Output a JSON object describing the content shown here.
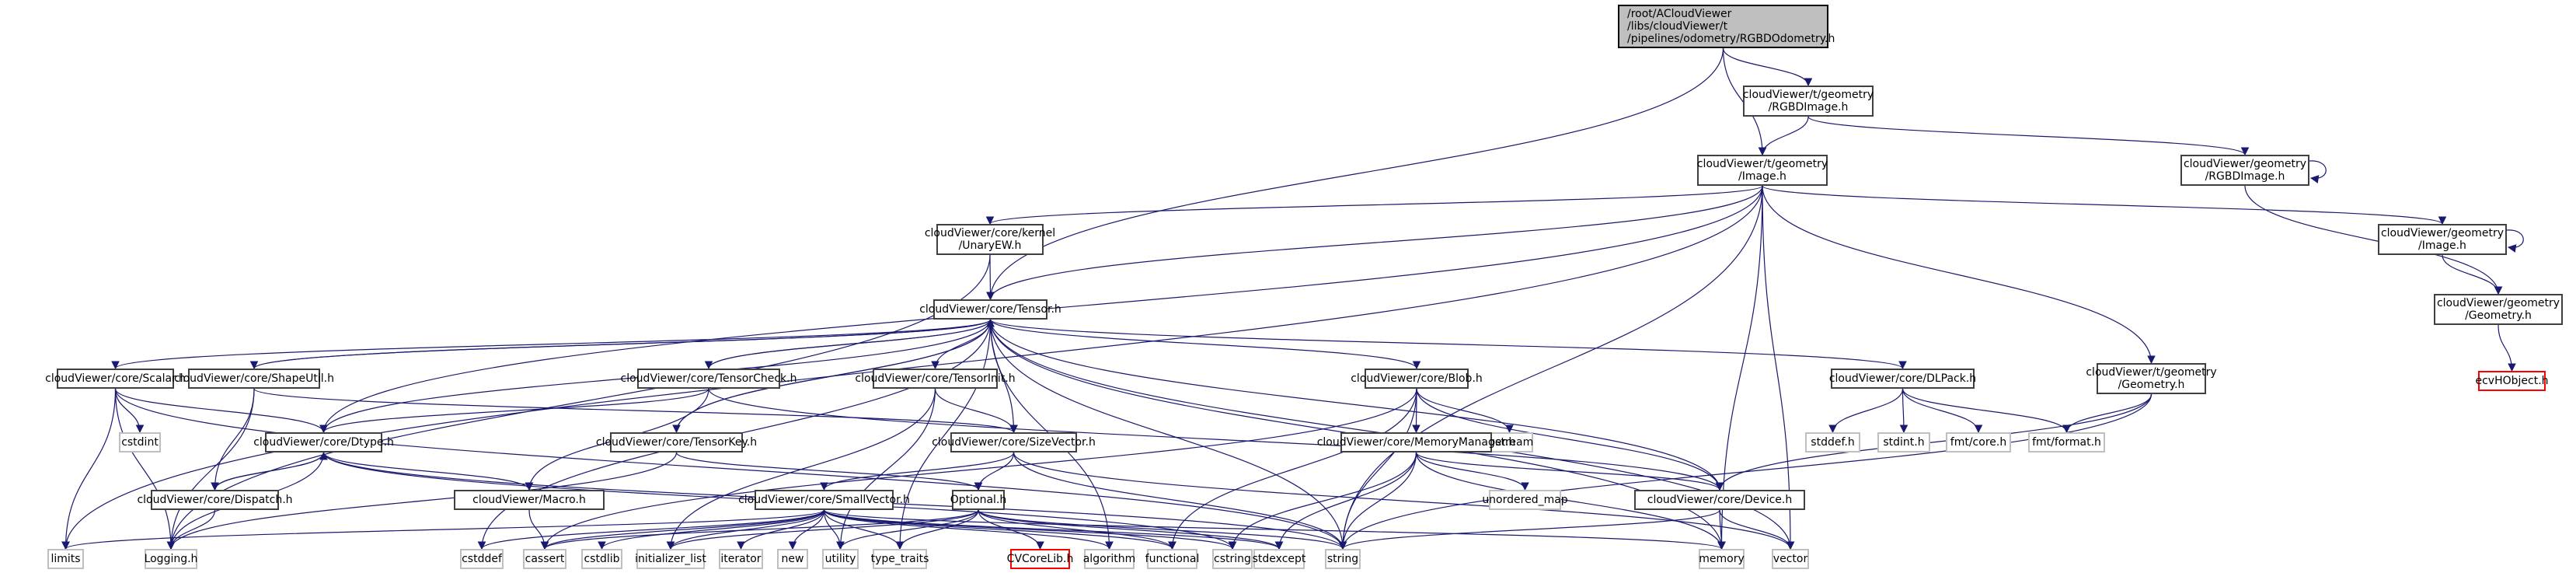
{
  "diagram": {
    "title": "Include dependency graph for RGBDOdometry.h",
    "edge_color": "#191970",
    "nodes": [
      {
        "id": "root",
        "label": "/root/ACloudViewer\n/libs/cloudViewer/t\n/pipelines/odometry/RGBDOdometry.h",
        "kind": "root"
      },
      {
        "id": "t_rgbdimage",
        "label": "cloudViewer/t/geometry\n/RGBDImage.h",
        "kind": "internal"
      },
      {
        "id": "t_image",
        "label": "cloudViewer/t/geometry\n/Image.h",
        "kind": "internal"
      },
      {
        "id": "g_rgbdimage",
        "label": "cloudViewer/geometry\n/RGBDImage.h",
        "kind": "internal"
      },
      {
        "id": "g_image",
        "label": "cloudViewer/geometry\n/Image.h",
        "kind": "internal"
      },
      {
        "id": "g_geometry",
        "label": "cloudViewer/geometry\n/Geometry.h",
        "kind": "internal"
      },
      {
        "id": "ecvhobject",
        "label": "ecvHObject.h",
        "kind": "missing"
      },
      {
        "id": "unaryew",
        "label": "cloudViewer/core/kernel\n/UnaryEW.h",
        "kind": "internal"
      },
      {
        "id": "tensor",
        "label": "cloudViewer/core/Tensor.h",
        "kind": "internal"
      },
      {
        "id": "t_geometry",
        "label": "cloudViewer/t/geometry\n/Geometry.h",
        "kind": "internal"
      },
      {
        "id": "scalar",
        "label": "cloudViewer/core/Scalar.h",
        "kind": "internal"
      },
      {
        "id": "shapeutil",
        "label": "cloudViewer/core/ShapeUtil.h",
        "kind": "internal"
      },
      {
        "id": "tensorcheck",
        "label": "cloudViewer/core/TensorCheck.h",
        "kind": "internal"
      },
      {
        "id": "tensorinit",
        "label": "cloudViewer/core/TensorInit.h",
        "kind": "internal"
      },
      {
        "id": "blob",
        "label": "cloudViewer/core/Blob.h",
        "kind": "internal"
      },
      {
        "id": "dlpack",
        "label": "cloudViewer/core/DLPack.h",
        "kind": "internal"
      },
      {
        "id": "cstdint",
        "label": "cstdint",
        "kind": "external"
      },
      {
        "id": "dtype",
        "label": "cloudViewer/core/Dtype.h",
        "kind": "internal"
      },
      {
        "id": "tensorkey",
        "label": "cloudViewer/core/TensorKey.h",
        "kind": "internal"
      },
      {
        "id": "sizevector",
        "label": "cloudViewer/core/SizeVector.h",
        "kind": "internal"
      },
      {
        "id": "iostream",
        "label": "iostream",
        "kind": "external"
      },
      {
        "id": "memorymanager",
        "label": "cloudViewer/core/MemoryManager.h",
        "kind": "internal"
      },
      {
        "id": "stddef_h",
        "label": "stddef.h",
        "kind": "external"
      },
      {
        "id": "stdint_h",
        "label": "stdint.h",
        "kind": "external"
      },
      {
        "id": "fmt_core",
        "label": "fmt/core.h",
        "kind": "external"
      },
      {
        "id": "fmt_format",
        "label": "fmt/format.h",
        "kind": "external"
      },
      {
        "id": "dispatch",
        "label": "cloudViewer/core/Dispatch.h",
        "kind": "internal"
      },
      {
        "id": "macro",
        "label": "cloudViewer/Macro.h",
        "kind": "internal"
      },
      {
        "id": "smallvector",
        "label": "cloudViewer/core/SmallVector.h",
        "kind": "internal"
      },
      {
        "id": "optional",
        "label": "Optional.h",
        "kind": "internal"
      },
      {
        "id": "unordered_map",
        "label": "unordered_map",
        "kind": "external"
      },
      {
        "id": "device",
        "label": "cloudViewer/core/Device.h",
        "kind": "internal"
      },
      {
        "id": "limits",
        "label": "limits",
        "kind": "external"
      },
      {
        "id": "logging",
        "label": "Logging.h",
        "kind": "external"
      },
      {
        "id": "cstddef",
        "label": "cstddef",
        "kind": "external"
      },
      {
        "id": "cassert",
        "label": "cassert",
        "kind": "external"
      },
      {
        "id": "cstdlib",
        "label": "cstdlib",
        "kind": "external"
      },
      {
        "id": "initializer_list",
        "label": "initializer_list",
        "kind": "external"
      },
      {
        "id": "iterator",
        "label": "iterator",
        "kind": "external"
      },
      {
        "id": "new",
        "label": "new",
        "kind": "external"
      },
      {
        "id": "utility",
        "label": "utility",
        "kind": "external"
      },
      {
        "id": "type_traits",
        "label": "type_traits",
        "kind": "external"
      },
      {
        "id": "cvcorelib",
        "label": "CVCoreLib.h",
        "kind": "missing"
      },
      {
        "id": "algorithm",
        "label": "algorithm",
        "kind": "external"
      },
      {
        "id": "functional",
        "label": "functional",
        "kind": "external"
      },
      {
        "id": "cstring",
        "label": "cstring",
        "kind": "external"
      },
      {
        "id": "stdexcept",
        "label": "stdexcept",
        "kind": "external"
      },
      {
        "id": "string",
        "label": "string",
        "kind": "external"
      },
      {
        "id": "memory",
        "label": "memory",
        "kind": "external"
      },
      {
        "id": "vector",
        "label": "vector",
        "kind": "external"
      }
    ],
    "edges": [
      [
        "root",
        "t_rgbdimage"
      ],
      [
        "root",
        "t_image"
      ],
      [
        "root",
        "tensor"
      ],
      [
        "t_rgbdimage",
        "t_image"
      ],
      [
        "t_rgbdimage",
        "g_rgbdimage"
      ],
      [
        "g_rgbdimage",
        "g_rgbdimage"
      ],
      [
        "g_rgbdimage",
        "g_geometry"
      ],
      [
        "g_image",
        "g_image"
      ],
      [
        "g_image",
        "g_geometry"
      ],
      [
        "g_geometry",
        "ecvhobject"
      ],
      [
        "t_image",
        "unaryew"
      ],
      [
        "t_image",
        "tensor"
      ],
      [
        "t_image",
        "dtype"
      ],
      [
        "t_image",
        "t_geometry"
      ],
      [
        "t_image",
        "g_image"
      ],
      [
        "t_image",
        "limits"
      ],
      [
        "t_image",
        "string"
      ],
      [
        "t_image",
        "memory"
      ],
      [
        "t_image",
        "vector"
      ],
      [
        "unaryew",
        "tensor"
      ],
      [
        "unaryew",
        "logging"
      ],
      [
        "tensor",
        "scalar"
      ],
      [
        "tensor",
        "shapeutil"
      ],
      [
        "tensor",
        "tensorcheck"
      ],
      [
        "tensor",
        "tensorinit"
      ],
      [
        "tensor",
        "blob"
      ],
      [
        "tensor",
        "dlpack"
      ],
      [
        "tensor",
        "dtype"
      ],
      [
        "tensor",
        "tensorkey"
      ],
      [
        "tensor",
        "sizevector"
      ],
      [
        "tensor",
        "device"
      ],
      [
        "tensor",
        "cstddef"
      ],
      [
        "tensor",
        "type_traits"
      ],
      [
        "tensor",
        "algorithm"
      ],
      [
        "tensor",
        "string"
      ],
      [
        "tensor",
        "memory"
      ],
      [
        "tensor",
        "vector"
      ],
      [
        "scalar",
        "cstdint"
      ],
      [
        "scalar",
        "dtype"
      ],
      [
        "scalar",
        "limits"
      ],
      [
        "scalar",
        "logging"
      ],
      [
        "scalar",
        "string"
      ],
      [
        "shapeutil",
        "dispatch"
      ],
      [
        "shapeutil",
        "logging"
      ],
      [
        "shapeutil",
        "sizevector"
      ],
      [
        "shapeutil",
        "tensor"
      ],
      [
        "tensorcheck",
        "tensor"
      ],
      [
        "tensorcheck",
        "dtype"
      ],
      [
        "tensorcheck",
        "macro"
      ],
      [
        "tensorcheck",
        "device"
      ],
      [
        "tensorinit",
        "sizevector"
      ],
      [
        "tensorinit",
        "initializer_list"
      ],
      [
        "tensorinit",
        "utility"
      ],
      [
        "tensorkey",
        "tensor"
      ],
      [
        "tensorkey",
        "logging"
      ],
      [
        "tensorkey",
        "optional"
      ],
      [
        "blob",
        "memorymanager"
      ],
      [
        "blob",
        "device"
      ],
      [
        "blob",
        "iostream"
      ],
      [
        "blob",
        "cassert"
      ],
      [
        "blob",
        "string"
      ],
      [
        "blob",
        "functional"
      ],
      [
        "dlpack",
        "stddef_h"
      ],
      [
        "dlpack",
        "stdint_h"
      ],
      [
        "dlpack",
        "fmt_core"
      ],
      [
        "dlpack",
        "fmt_format"
      ],
      [
        "t_geometry",
        "fmt_format"
      ],
      [
        "t_geometry",
        "device"
      ],
      [
        "t_geometry",
        "string"
      ],
      [
        "dtype",
        "dispatch"
      ],
      [
        "dtype",
        "macro"
      ],
      [
        "dtype",
        "logging"
      ],
      [
        "dtype",
        "string"
      ],
      [
        "dtype",
        "cstring"
      ],
      [
        "dispatch",
        "dtype"
      ],
      [
        "dispatch",
        "logging"
      ],
      [
        "macro",
        "cassert"
      ],
      [
        "sizevector",
        "smallvector"
      ],
      [
        "sizevector",
        "optional"
      ],
      [
        "sizevector",
        "string"
      ],
      [
        "sizevector",
        "vector"
      ],
      [
        "smallvector",
        "cstddef"
      ],
      [
        "smallvector",
        "cassert"
      ],
      [
        "smallvector",
        "cstdlib"
      ],
      [
        "smallvector",
        "initializer_list"
      ],
      [
        "smallvector",
        "iterator"
      ],
      [
        "smallvector",
        "new"
      ],
      [
        "smallvector",
        "utility"
      ],
      [
        "smallvector",
        "type_traits"
      ],
      [
        "smallvector",
        "algorithm"
      ],
      [
        "smallvector",
        "functional"
      ],
      [
        "smallvector",
        "cstring"
      ],
      [
        "smallvector",
        "stdexcept"
      ],
      [
        "smallvector",
        "memory"
      ],
      [
        "smallvector",
        "limits"
      ],
      [
        "optional",
        "utility"
      ],
      [
        "optional",
        "type_traits"
      ],
      [
        "optional",
        "cvcorelib"
      ],
      [
        "optional",
        "initializer_list"
      ],
      [
        "optional",
        "functional"
      ],
      [
        "optional",
        "stdexcept"
      ],
      [
        "optional",
        "string"
      ],
      [
        "optional",
        "cassert"
      ],
      [
        "memorymanager",
        "cstring"
      ],
      [
        "memorymanager",
        "stdexcept"
      ],
      [
        "memorymanager",
        "string"
      ],
      [
        "memorymanager",
        "unordered_map"
      ],
      [
        "memorymanager",
        "device"
      ],
      [
        "memorymanager",
        "memory"
      ],
      [
        "device",
        "string"
      ],
      [
        "device",
        "vector"
      ],
      [
        "device",
        "memory"
      ]
    ]
  }
}
